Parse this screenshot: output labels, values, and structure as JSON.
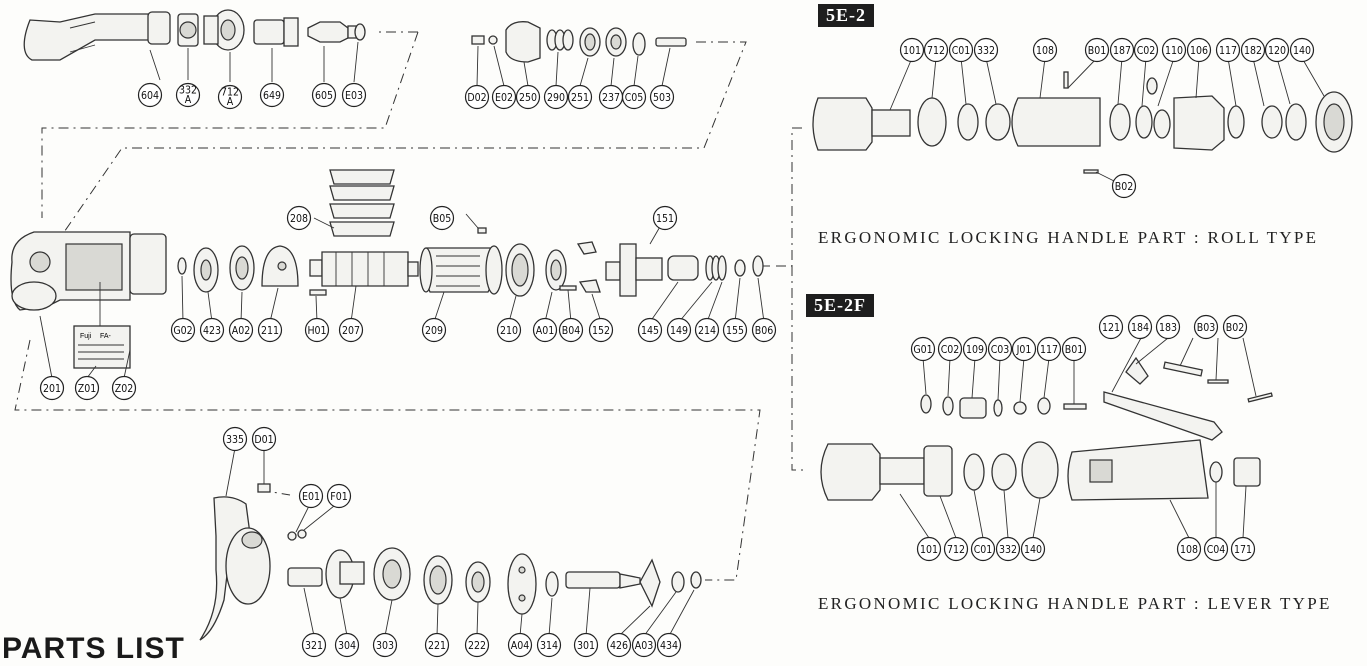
{
  "page_title": "PARTS LIST",
  "sections": [
    {
      "code": "5E-2",
      "caption": "ERGONOMIC LOCKING HANDLE PART : ROLL TYPE"
    },
    {
      "code": "5E-2F",
      "caption": "ERGONOMIC LOCKING HANDLE PART : LEVER TYPE"
    }
  ],
  "nameplate": {
    "brand": "Fuji",
    "model": "FA-"
  },
  "callouts": [
    "604",
    "332\nA",
    "712\nA",
    "649",
    "605",
    "E03",
    "D02",
    "E02",
    "250",
    "290",
    "251",
    "237",
    "C05",
    "503",
    "208",
    "B05",
    "151",
    "G02",
    "423",
    "A02",
    "211",
    "H01",
    "207",
    "209",
    "210",
    "A01",
    "B04",
    "152",
    "145",
    "149",
    "214",
    "155",
    "B06",
    "201",
    "Z01",
    "Z02",
    "335",
    "D01",
    "E01",
    "F01",
    "321",
    "304",
    "303",
    "221",
    "222",
    "A04",
    "314",
    "301",
    "426",
    "A03",
    "434",
    "101",
    "712",
    "C01",
    "332",
    "108",
    "B01",
    "187",
    "C02",
    "110",
    "106",
    "117",
    "182",
    "120",
    "140",
    "B02",
    "121",
    "184",
    "183",
    "B03",
    "B02",
    "G01",
    "C02",
    "109",
    "C03",
    "J01",
    "117",
    "B01",
    "101",
    "712",
    "C01",
    "332",
    "140",
    "108",
    "C04",
    "171"
  ],
  "colors": {
    "ink": "#222222",
    "paper": "#fdfdfb",
    "tag_bg": "#1e1e1e"
  }
}
